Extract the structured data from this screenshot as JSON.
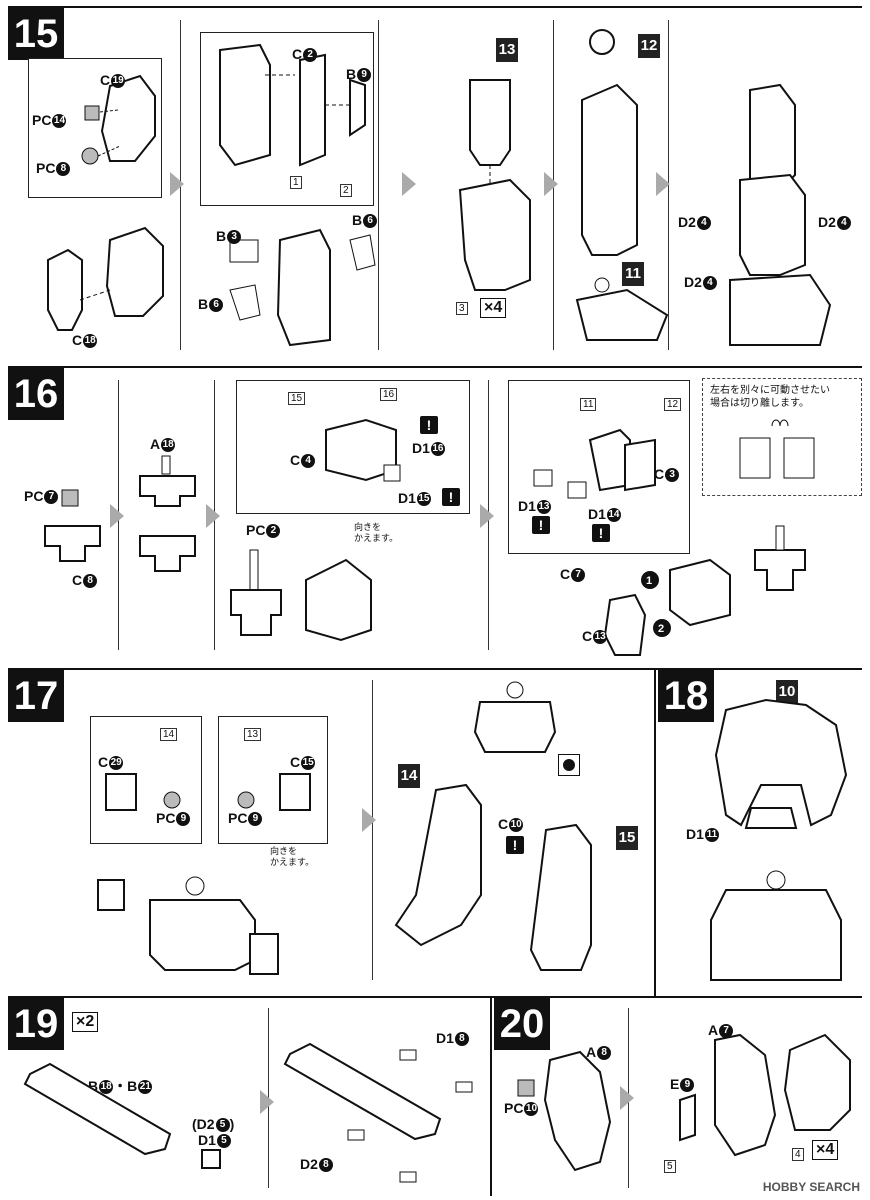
{
  "steps": {
    "s15": {
      "num": "15",
      "sub": [
        "13",
        "12",
        "11"
      ],
      "labels": {
        "c19": "C",
        "c19n": "19",
        "pc14": "PC",
        "pc14n": "14",
        "pc8": "PC",
        "pc8n": "8",
        "c18": "C",
        "c18n": "18",
        "c2": "C",
        "c2n": "2",
        "b9": "B",
        "b9n": "9",
        "b3": "B",
        "b3n": "3",
        "b6a": "B",
        "b6an": "6",
        "b6b": "B",
        "b6bn": "6",
        "d2a": "D2",
        "d2an": "4",
        "d2b": "D2",
        "d2bn": "4",
        "d2c": "D2",
        "d2cn": "4"
      },
      "tags": [
        "1",
        "2",
        "3"
      ],
      "mult": "×4"
    },
    "s16": {
      "num": "16",
      "labels": {
        "pc7": "PC",
        "pc7n": "7",
        "c8": "C",
        "c8n": "8",
        "a18": "A",
        "a18n": "18",
        "pc2": "PC",
        "pc2n": "2",
        "c4": "C",
        "c4n": "4",
        "d116": "D1",
        "d116n": "16",
        "d115": "D1",
        "d115n": "15",
        "c3": "C",
        "c3n": "3",
        "d113": "D1",
        "d113n": "13",
        "d114": "D1",
        "d114n": "14",
        "c7": "C",
        "c7n": "7",
        "c13": "C",
        "c13n": "13"
      },
      "tags": [
        "15",
        "16",
        "11",
        "12"
      ],
      "note_turn": "向きを\nかえます。",
      "note_cut": "左右を別々に可動させたい\n場合は切り離します。"
    },
    "s17": {
      "num": "17",
      "sub": [
        "14",
        "15"
      ],
      "labels": {
        "c29": "C",
        "c29n": "29",
        "pc9a": "PC",
        "pc9an": "9",
        "c15": "C",
        "c15n": "15",
        "pc9b": "PC",
        "pc9bn": "9",
        "c10": "C",
        "c10n": "10"
      },
      "tags": [
        "14",
        "13"
      ],
      "note_turn": "向きを\nかえます。"
    },
    "s18": {
      "num": "18",
      "sub": [
        "10"
      ],
      "labels": {
        "d111": "D1",
        "d111n": "11"
      }
    },
    "s19": {
      "num": "19",
      "mult": "×2",
      "labels": {
        "b": "B",
        "bn": "18",
        "dot": "・",
        "b2": "B",
        "b2n": "21",
        "d25": "(D2",
        "d25n": "5",
        "d25c": ")",
        "d15": "D1",
        "d15n": "5",
        "d18": "D1",
        "d18n": "8",
        "d28": "D2",
        "d28n": "8"
      }
    },
    "s20": {
      "num": "20",
      "labels": {
        "a8": "A",
        "a8n": "8",
        "pc10": "PC",
        "pc10n": "10",
        "a7": "A",
        "a7n": "7",
        "e9": "E",
        "e9n": "9"
      },
      "tags": [
        "5",
        "4"
      ],
      "mult": "×4"
    }
  },
  "watermark": "HOBBY SEARCH",
  "colors": {
    "ink": "#111111",
    "arrow": "#aaaaaa"
  }
}
